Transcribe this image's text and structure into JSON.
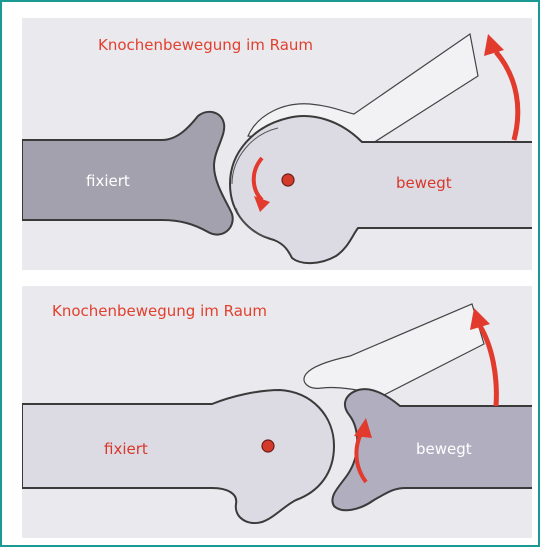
{
  "panels": [
    {
      "title": "Knochenbewegung im Raum",
      "fixed_label": "fixiert",
      "moving_label": "bewegt"
    },
    {
      "title": "Knochenbewegung im Raum",
      "fixed_label": "fixiert",
      "moving_label": "bewegt"
    }
  ],
  "colors": {
    "frame_border": "#1a9a92",
    "panel_background": "#e9e9ee",
    "fixed_bone": "#a3a1ae",
    "moving_bone": "#dcdbe4",
    "concave_bone": "#b1aec0",
    "ghost_bone": "#f2f2f4",
    "arrow_red": "#e23a2c"
  }
}
